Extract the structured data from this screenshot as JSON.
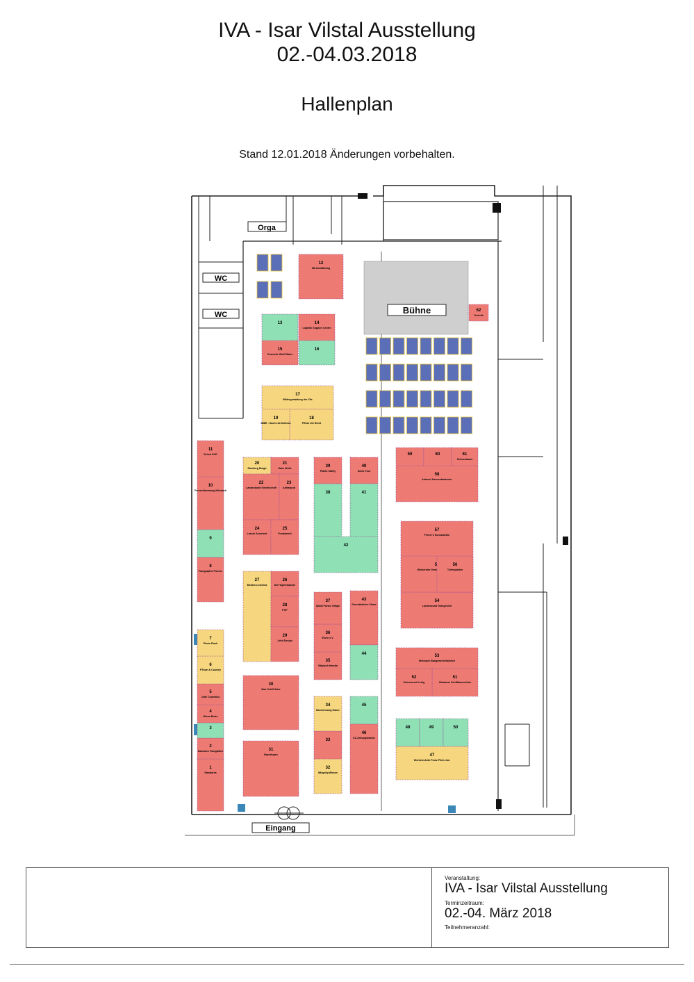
{
  "header": {
    "title": "IVA - Isar Vilstal Ausstellung",
    "dates": "02.-04.03.2018",
    "subtitle": "Hallenplan",
    "note": "Stand 12.01.2018 Änderungen vorbehalten."
  },
  "colors": {
    "red": "#ee7b73",
    "green": "#8fe0b5",
    "yellow": "#f6d67e",
    "stage": "#cfcfcf",
    "seat": "#5b6fb8",
    "wall": "#222222",
    "door": "#3b87b7"
  },
  "plan": {
    "orga": "Orga",
    "wc": "WC",
    "stage": "Bühne",
    "entrance": "Eingang",
    "booths": [
      {
        "id": "1",
        "name": "Standards",
        "color": "red"
      },
      {
        "id": "2",
        "name": "Kazmann Fotoglafien",
        "color": "red"
      },
      {
        "id": "3",
        "name": "",
        "color": "green"
      },
      {
        "id": "4",
        "name": "Wiese Butze",
        "color": "red"
      },
      {
        "id": "5",
        "name": "Jette Connetike",
        "color": "red"
      },
      {
        "id": "6",
        "name": "PTown & Country",
        "color": "yellow"
      },
      {
        "id": "7",
        "name": "Photo Flash",
        "color": "yellow"
      },
      {
        "id": "8",
        "name": "Fotographie Fischer",
        "color": "red"
      },
      {
        "id": "9",
        "name": "",
        "color": "green"
      },
      {
        "id": "10",
        "name": "Fernsehberatung Mösbach",
        "color": "red"
      },
      {
        "id": "11",
        "name": "Schuh DVD",
        "color": "red"
      },
      {
        "id": "12",
        "name": "Wirtschaftsring",
        "color": "red"
      },
      {
        "id": "13",
        "name": "",
        "color": "green"
      },
      {
        "id": "14",
        "name": "Logistic Support Centre",
        "color": "red"
      },
      {
        "id": "15",
        "name": "Cosmetic Wolff Sales",
        "color": "red"
      },
      {
        "id": "16",
        "name": "",
        "color": "green"
      },
      {
        "id": "17",
        "name": "Bildergestaltung der Vils",
        "color": "yellow"
      },
      {
        "id": "18",
        "name": "Pfisse der Brest",
        "color": "yellow"
      },
      {
        "id": "19",
        "name": "IMBE - Suche ab Schloss",
        "color": "yellow"
      },
      {
        "id": "20",
        "name": "Stoeberg Burgh",
        "color": "yellow"
      },
      {
        "id": "21",
        "name": "Haus Wolle",
        "color": "red"
      },
      {
        "id": "22",
        "name": "Landesbund Gesellschaft",
        "color": "red"
      },
      {
        "id": "23",
        "name": "Adrianpub",
        "color": "red"
      },
      {
        "id": "24",
        "name": "Lassfo Sonnenst",
        "color": "red"
      },
      {
        "id": "25",
        "name": "Fundament",
        "color": "red"
      },
      {
        "id": "26",
        "name": "Die Hopfenbäcker",
        "color": "red"
      },
      {
        "id": "27",
        "name": "Medien Lesenlea",
        "color": "yellow"
      },
      {
        "id": "28",
        "name": "POP",
        "color": "red"
      },
      {
        "id": "29",
        "name": "Johti Design",
        "color": "red"
      },
      {
        "id": "30",
        "name": "Max Schill Sabe",
        "color": "red"
      },
      {
        "id": "31",
        "name": "Bayeringen",
        "color": "red"
      },
      {
        "id": "32",
        "name": "Wiegelig Wiesee",
        "color": "yellow"
      },
      {
        "id": "33",
        "name": "",
        "color": "red"
      },
      {
        "id": "34",
        "name": "Bezeichnung Huber",
        "color": "yellow"
      },
      {
        "id": "35",
        "name": "Wapiyoh Hamba",
        "color": "red"
      },
      {
        "id": "36",
        "name": "Eisen e.V.",
        "color": "red"
      },
      {
        "id": "37",
        "name": "Spital Forstc Village",
        "color": "red"
      },
      {
        "id": "38",
        "name": "",
        "color": "green"
      },
      {
        "id": "39",
        "name": "Public Safety",
        "color": "red"
      },
      {
        "id": "40",
        "name": "Some Tour",
        "color": "red"
      },
      {
        "id": "41",
        "name": "",
        "color": "green"
      },
      {
        "id": "42",
        "name": "",
        "color": "green"
      },
      {
        "id": "43",
        "name": "Gerostholiche Chare",
        "color": "red"
      },
      {
        "id": "44",
        "name": "",
        "color": "green"
      },
      {
        "id": "45",
        "name": "",
        "color": "green"
      },
      {
        "id": "46",
        "name": "KZ-Zeltungsfasthe",
        "color": "red"
      },
      {
        "id": "47",
        "name": "Werbetechnik Franz Pöhn Jun.",
        "color": "yellow"
      },
      {
        "id": "48",
        "name": "",
        "color": "green"
      },
      {
        "id": "49",
        "name": "",
        "color": "green"
      },
      {
        "id": "50",
        "name": "",
        "color": "green"
      },
      {
        "id": "51",
        "name": "Glasfaser Schiffbaumeister",
        "color": "red"
      },
      {
        "id": "52",
        "name": "Schreinerei Kerlig",
        "color": "red"
      },
      {
        "id": "53",
        "name": "Weissach Baugewerbefachlich",
        "color": "red"
      },
      {
        "id": "54",
        "name": "Landesbund Gutsgeshof",
        "color": "red"
      },
      {
        "id": "55",
        "name": "Wiederdier Gemeinschaftsanlage",
        "color": "red"
      },
      {
        "id": "56",
        "name": "Tiefenplatten",
        "color": "red"
      },
      {
        "id": "57",
        "name": "Ferner's Kunstzüchte",
        "color": "red"
      },
      {
        "id": "58",
        "name": "Autosol Sonnenbankeder",
        "color": "red"
      },
      {
        "id": "59",
        "name": "",
        "color": "red"
      },
      {
        "id": "60",
        "name": "",
        "color": "red"
      },
      {
        "id": "61",
        "name": "Schoenbauer",
        "color": "red"
      },
      {
        "id": "62",
        "name": "Technik",
        "color": "red"
      }
    ]
  },
  "info": {
    "event_label": "Veranstaltung:",
    "event": "IVA - Isar Vilstal Ausstellung",
    "period_label": "Terminzeitraum:",
    "period": "02.-04. März 2018",
    "participants_label": "Teilnehmeranzahl:"
  }
}
